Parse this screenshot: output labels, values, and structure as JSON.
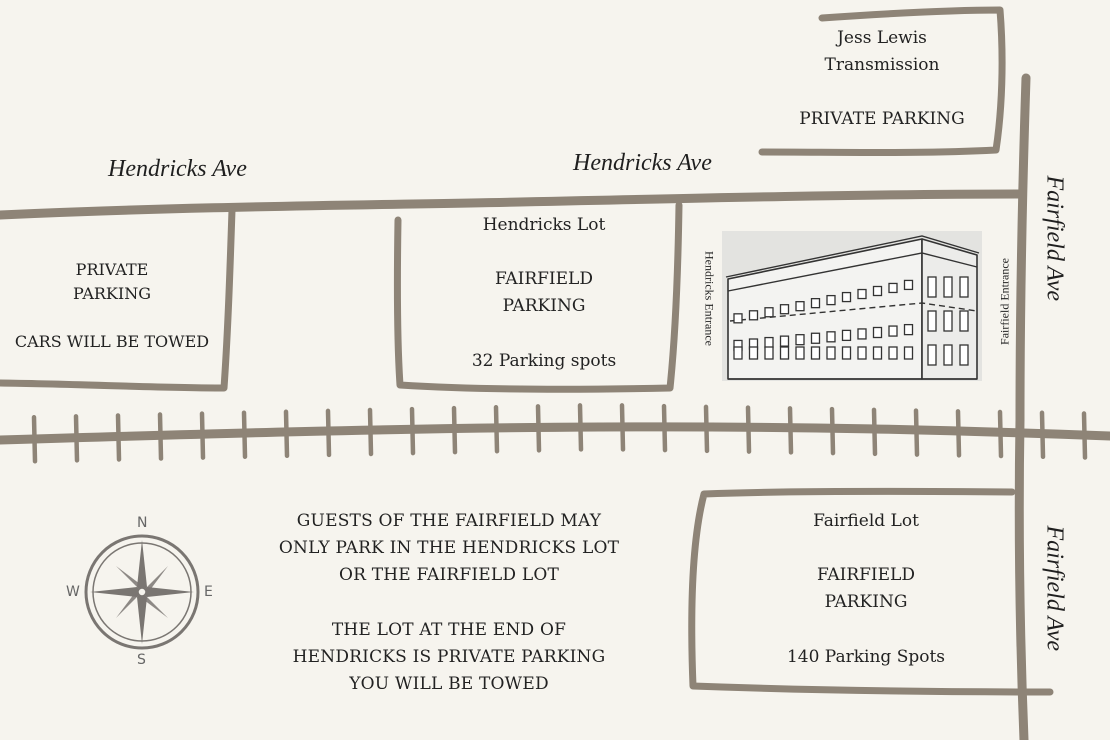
{
  "colors": {
    "road": "#8e8477",
    "background": "#f6f4ee",
    "building_fill": "#e6e6e3",
    "ink": "#222222",
    "compass": "#7a7672"
  },
  "streets": {
    "hendricks_left": "Hendricks Ave",
    "hendricks_right": "Hendricks Ave",
    "fairfield_upper": "Fairfield Ave",
    "fairfield_lower": "Fairfield Ave"
  },
  "lots": {
    "jess_lewis": {
      "line1": "Jess Lewis",
      "line2": "Transmission",
      "line3": "PRIVATE PARKING"
    },
    "private_left": {
      "line1": "PRIVATE",
      "line2": "PARKING",
      "line3": "CARS WILL BE TOWED"
    },
    "hendricks_lot": {
      "title": "Hendricks Lot",
      "line1": "FAIRFIELD",
      "line2": "PARKING",
      "spots": "32 Parking spots"
    },
    "fairfield_lot": {
      "title": "Fairfield Lot",
      "line1": "FAIRFIELD",
      "line2": "PARKING",
      "spots": "140 Parking Spots"
    }
  },
  "entrances": {
    "hendricks": "Hendricks Entrance",
    "fairfield": "Fairfield Entrance"
  },
  "notice": {
    "p1_l1": "GUESTS OF THE FAIRFIELD MAY",
    "p1_l2": "ONLY PARK IN THE HENDRICKS LOT",
    "p1_l3": "OR THE FAIRFIELD LOT",
    "p2_l1": "THE LOT AT THE END OF",
    "p2_l2": "HENDRICKS IS PRIVATE PARKING",
    "p2_l3": "YOU WILL BE TOWED"
  },
  "compass": {
    "n": "N",
    "s": "S",
    "e": "E",
    "w": "W"
  },
  "icons": {
    "compass": "compass-rose-icon",
    "building": "hotel-building-icon",
    "railroad": "railroad-track-icon"
  }
}
